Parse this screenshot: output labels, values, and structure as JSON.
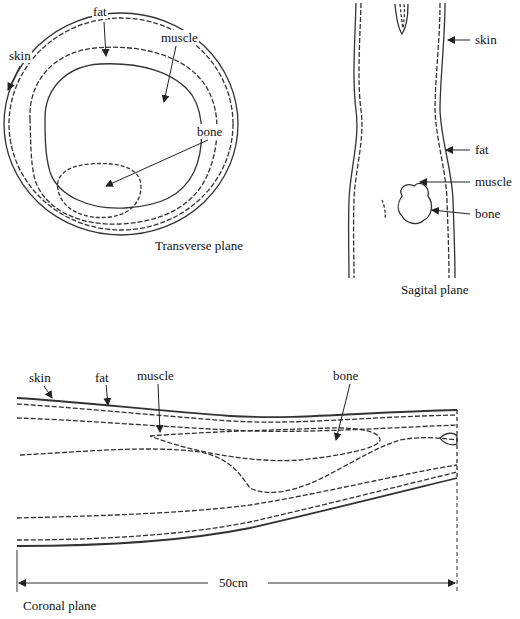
{
  "diagram": {
    "labels": [
      "skin",
      "fat",
      "muscle",
      "bone",
      "Transverse plane",
      "skin",
      "fat",
      "muscle",
      "bone",
      "Sagital plane",
      "skin",
      "fat",
      "muscle",
      "bone",
      "50cm",
      "Coronal plane"
    ]
  }
}
